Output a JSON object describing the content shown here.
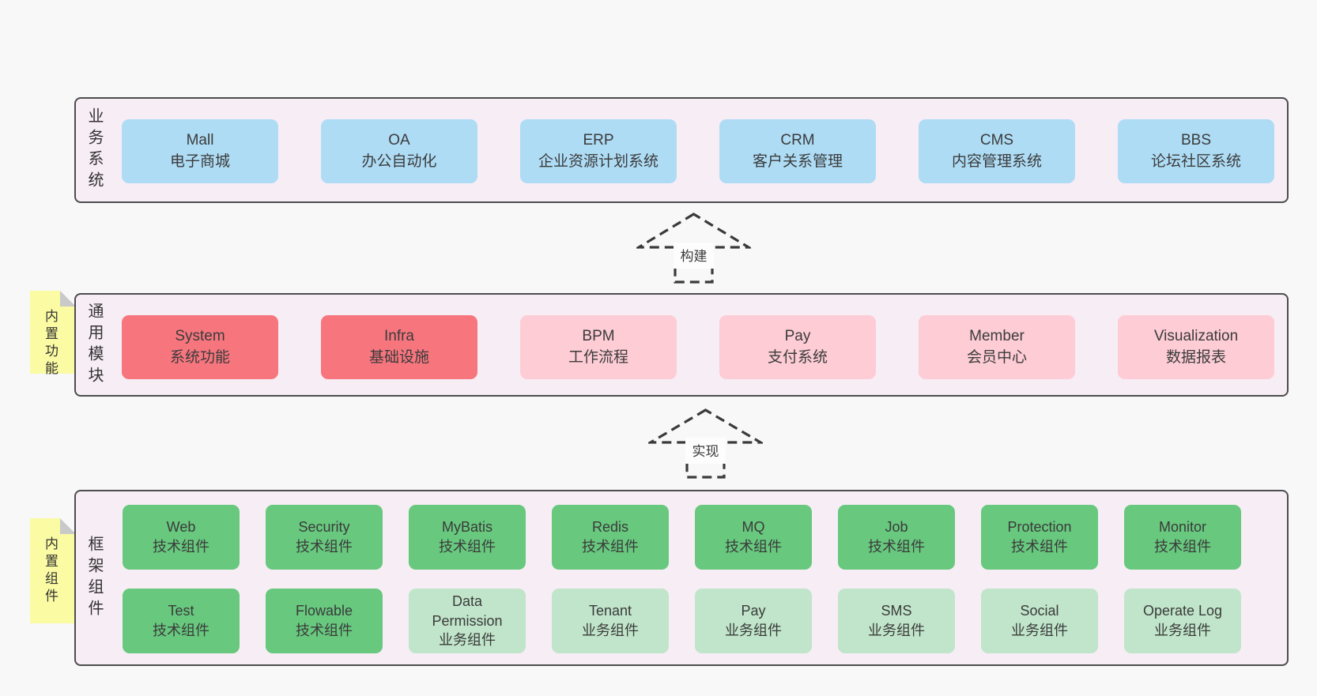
{
  "colors": {
    "page-bg": "#f8f8f8",
    "panel-bg": "#f7edf5",
    "panel-border": "#4d4d4d",
    "blue": "#aedcf5",
    "red": "#f7767e",
    "pink": "#fdccd5",
    "green": "#67c87e",
    "green-light": "#c0e5ca",
    "yellow": "#fafba2",
    "fold-gray": "#c9c9c9",
    "text": "#3b3b3b"
  },
  "sections": [
    {
      "label": "业务系统",
      "boxes": [
        {
          "en": "Mall",
          "zh": "电子商城"
        },
        {
          "en": "OA",
          "zh": "办公自动化"
        },
        {
          "en": "ERP",
          "zh": "企业资源计划系统"
        },
        {
          "en": "CRM",
          "zh": "客户关系管理"
        },
        {
          "en": "CMS",
          "zh": "内容管理系统"
        },
        {
          "en": "BBS",
          "zh": "论坛社区系统"
        }
      ]
    },
    {
      "label": "通用模块",
      "note": "内置功能",
      "boxes": [
        {
          "en": "System",
          "zh": "系统功能"
        },
        {
          "en": "Infra",
          "zh": "基础设施"
        },
        {
          "en": "BPM",
          "zh": "工作流程"
        },
        {
          "en": "Pay",
          "zh": "支付系统"
        },
        {
          "en": "Member",
          "zh": "会员中心"
        },
        {
          "en": "Visualization",
          "zh": "数据报表"
        }
      ]
    },
    {
      "label": "框架组件",
      "note": "内置组件",
      "boxes": [
        {
          "en": "Web",
          "zh": "技术组件"
        },
        {
          "en": "Security",
          "zh": "技术组件"
        },
        {
          "en": "MyBatis",
          "zh": "技术组件"
        },
        {
          "en": "Redis",
          "zh": "技术组件"
        },
        {
          "en": "MQ",
          "zh": "技术组件"
        },
        {
          "en": "Job",
          "zh": "技术组件"
        },
        {
          "en": "Protection",
          "zh": "技术组件"
        },
        {
          "en": "Monitor",
          "zh": "技术组件"
        },
        {
          "en": "Test",
          "zh": "技术组件"
        },
        {
          "en": "Flowable",
          "zh": "技术组件"
        },
        {
          "en": "Data Permission",
          "zh": "业务组件"
        },
        {
          "en": "Tenant",
          "zh": "业务组件"
        },
        {
          "en": "Pay",
          "zh": "业务组件"
        },
        {
          "en": "SMS",
          "zh": "业务组件"
        },
        {
          "en": "Social",
          "zh": "业务组件"
        },
        {
          "en": "Operate Log",
          "zh": "业务组件"
        }
      ]
    }
  ],
  "arrows": [
    {
      "label": "构建"
    },
    {
      "label": "实现"
    }
  ]
}
